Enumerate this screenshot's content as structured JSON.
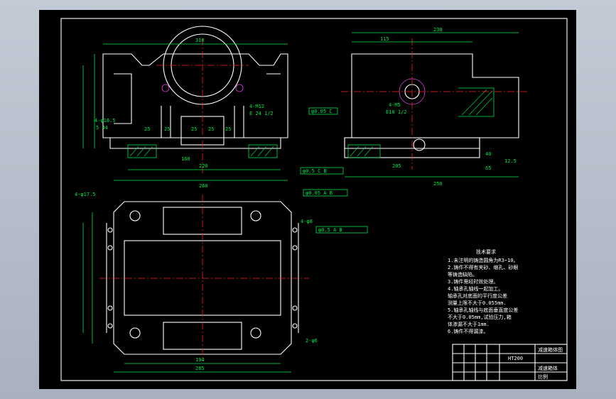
{
  "dims": {
    "front_top": "310",
    "front_width": "220",
    "front_total": "260",
    "front_mid": "160",
    "wall_1": "25",
    "wall_2": "25",
    "wall_3": "25",
    "wall_4": "25",
    "wall_5": "25",
    "thread_1": "4-M12",
    "thread_1b": "E 24 1/2",
    "hole_1": "4-φ18.5",
    "hole_1b": "5 34",
    "side_top": "230",
    "side_mid": "115",
    "side_total": "250",
    "side_bottom": "205",
    "thread_2": "4-M5",
    "thread_2b": "E10 1/2",
    "side_right_1": "40",
    "side_right_2": "65",
    "side_right_3": "12.5",
    "plan_hole": "4-φ17.5",
    "plan_bolt": "4-φ8",
    "plan_pin": "2-φ6",
    "plan_bottom_1": "194",
    "plan_bottom_2": "285",
    "tol_1": "φ0.05 A B",
    "tol_2": "φ0.5 A B",
    "tol_3": "φ0.5 C B",
    "tol_4": "φ0.05 C"
  },
  "notes": {
    "title": "技术要求",
    "lines": [
      "1.未注明的铸造圆角为R3~10。",
      "2.铸件不得有夹砂、缩孔、砂眼",
      "  等铸造缺陷。",
      "3.铸件需经时效处理。",
      "4.轴承孔轴线一起加工。",
      "  轴承孔对底面的平行度公差",
      "  测量上限不大于0.055mm.",
      "5.轴承孔轴线与底面垂直度公差",
      "  不大于0.05mm,试验压力,箱",
      "  体渗漏不大于1mm.",
      "6.铸件不得漏漆。"
    ]
  },
  "title_block": {
    "material": "HT200",
    "company": "减速箱体图",
    "drawing_name": "减速箱体",
    "scale": "比例"
  }
}
